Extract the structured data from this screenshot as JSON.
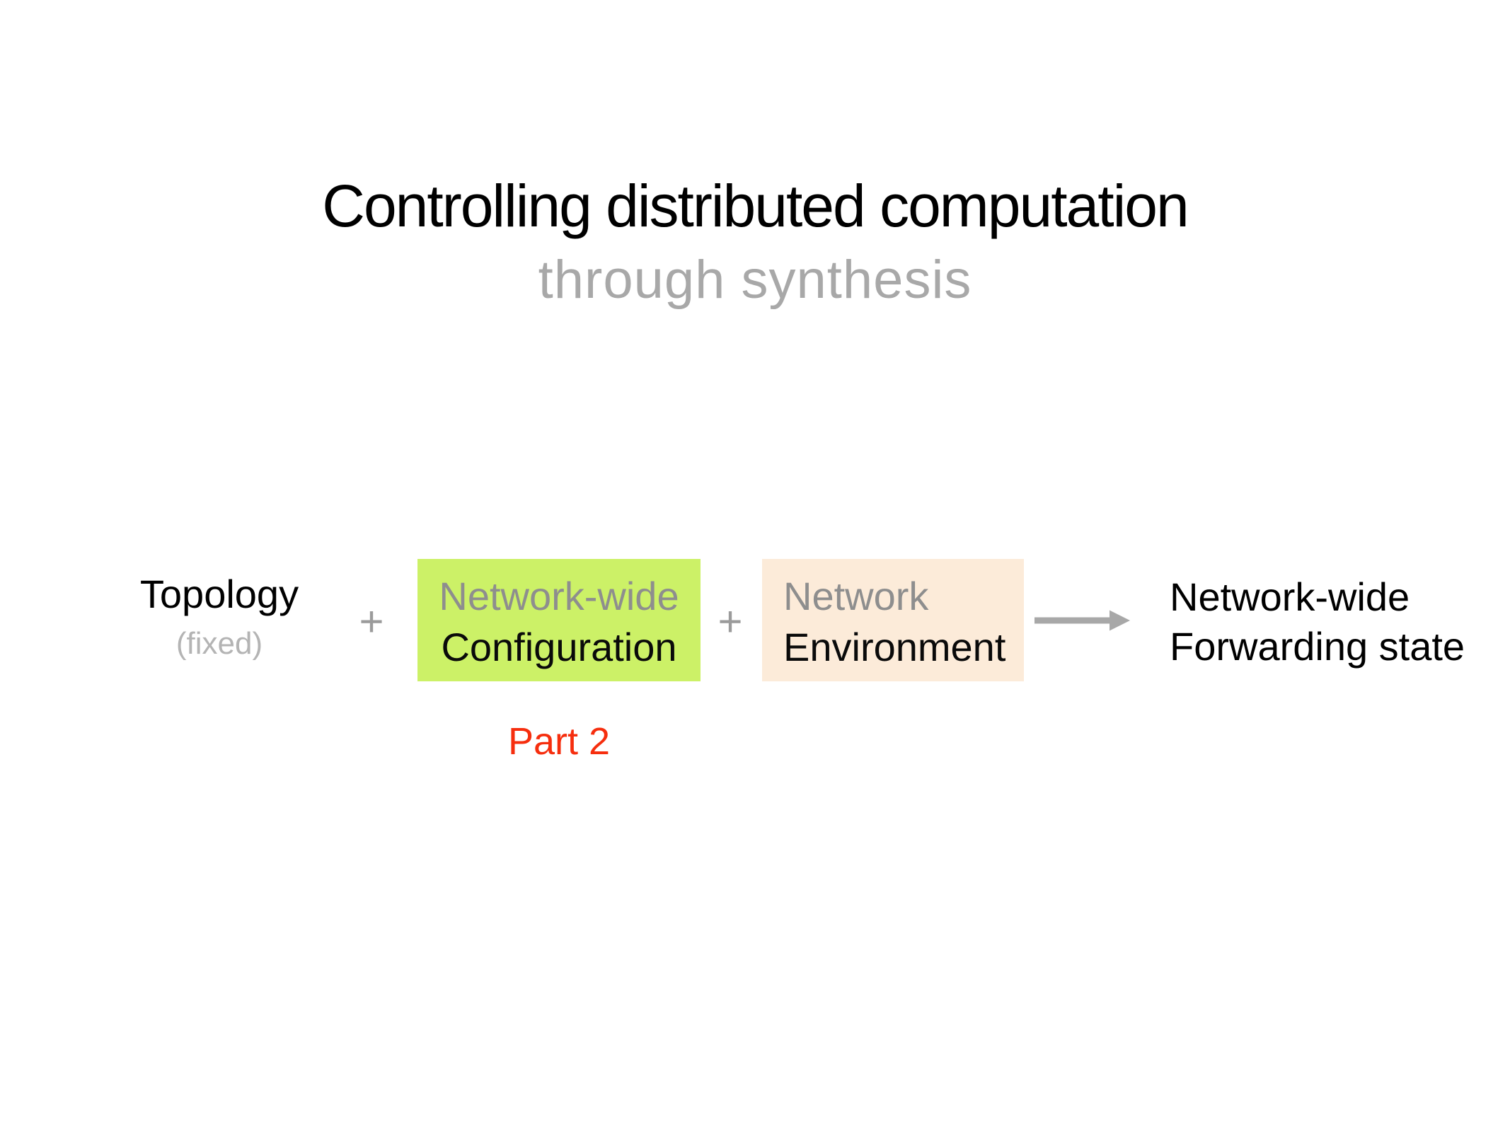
{
  "slide": {
    "title": "Controlling distributed computation",
    "subtitle": "through synthesis",
    "equation": {
      "topology": {
        "label": "Topology",
        "note": "(fixed)"
      },
      "plus1": "+",
      "config_box": {
        "line1": "Network-wide",
        "line2": "Configuration"
      },
      "plus2": "+",
      "env_box": {
        "line1": "Network",
        "line2": "Environment"
      },
      "result": {
        "line1": "Network-wide",
        "line2": "Forwarding state"
      }
    },
    "part_label": "Part 2",
    "colors": {
      "title_text": "#000000",
      "subtitle_text": "#a8a8a8",
      "muted_text": "#8e8e8e",
      "note_text": "#b4b4b4",
      "plus_text": "#9b9b9b",
      "config_box_bg": "#ccf167",
      "env_box_bg": "#fcebd9",
      "arrow": "#a8a8a8",
      "part_label_text": "#f62e0e"
    }
  }
}
